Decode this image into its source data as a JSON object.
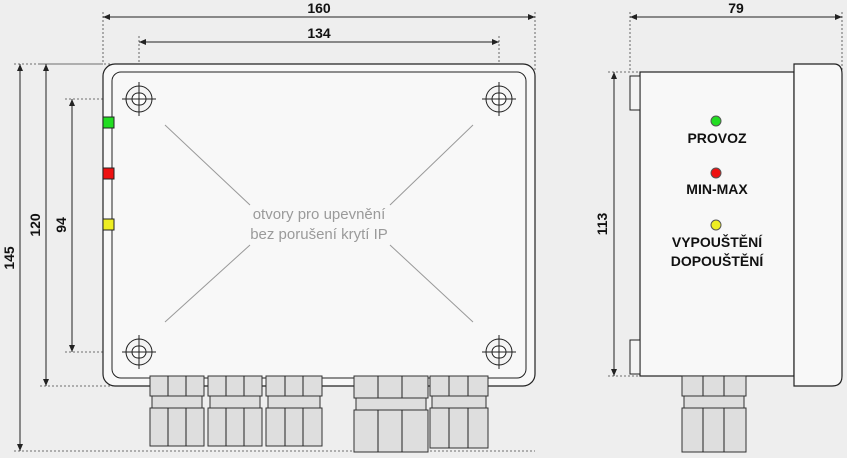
{
  "dimensions": {
    "width_front": "160",
    "hole_spacing_horizontal": "134",
    "height_total": "145",
    "height_box": "120",
    "hole_spacing_vertical": "94",
    "depth": "79",
    "inner_height_side": "113"
  },
  "note": {
    "line1": "otvory pro upevnění",
    "line2": "bez porušení krytí IP"
  },
  "leds": [
    {
      "label": "PROVOZ",
      "color": "#22dd22"
    },
    {
      "label": "MIN-MAX",
      "color": "#ee1111"
    },
    {
      "label": "VYPOUŠTĚNÍ",
      "label2": "DOPOUŠTĚNÍ",
      "color": "#eeee22"
    }
  ],
  "side_leds": {
    "green": "#22dd22",
    "red": "#ee1111",
    "yellow": "#eeee22"
  }
}
